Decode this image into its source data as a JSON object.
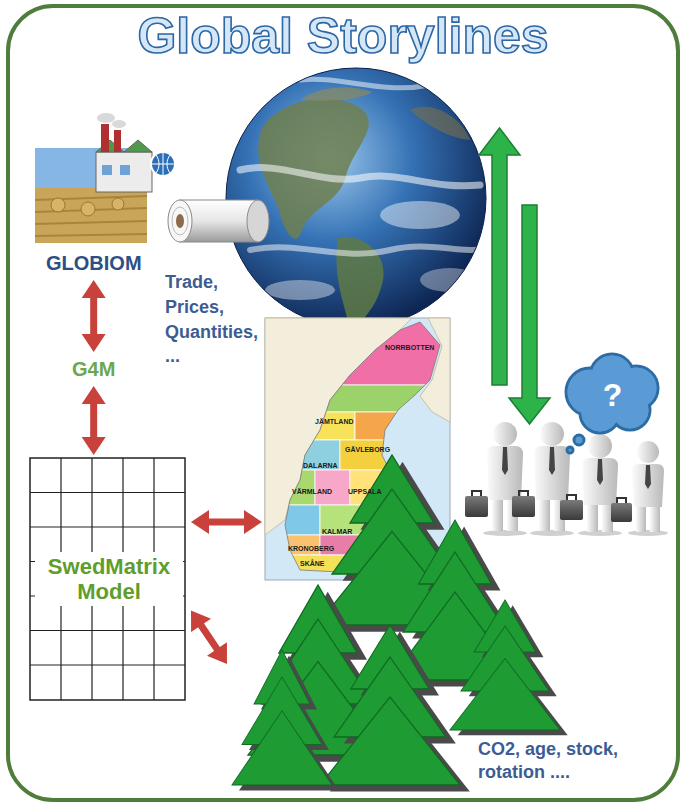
{
  "diagram": {
    "title": "Global Storylines",
    "nodes": [
      {
        "text": [
          "GLOBIOM"
        ]
      },
      {
        "text": [
          "G4M"
        ]
      },
      {
        "text": [
          "NORRBOTTEN",
          "JÄMTLAND",
          "GÄVLEBORG",
          "DALARNA",
          "VÄRMLAND",
          "UPPSALA",
          "KALMAR",
          "KRONOBERG",
          "SKÅNE"
        ]
      },
      {
        "text": [
          "?"
        ]
      },
      {
        "text": [
          "SwedMatrix Model"
        ]
      },
      {
        "text": [
          "CO2, age, stock, rotation ...."
        ]
      }
    ],
    "edges": [
      {
        "from": 0,
        "to": 1,
        "arrow": "both"
      },
      {
        "from": 1,
        "to": 4,
        "arrow": "both"
      },
      {
        "from": 4,
        "to": 2,
        "arrow": "both"
      },
      {
        "from": 4,
        "to": 5,
        "arrow": "both"
      }
    ],
    "labels": [
      "Trade, Prices, Quantities, ..."
    ]
  }
}
